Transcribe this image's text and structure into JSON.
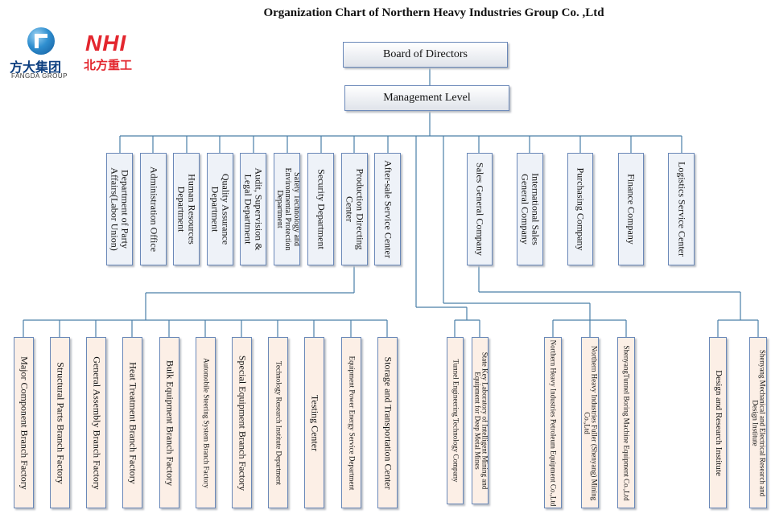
{
  "title": "Organization Chart of Northern Heavy Industries  Group Co. ,Ltd",
  "logos": {
    "fangda": {
      "cn": "方大集团",
      "en": "FANGDA GROUP",
      "color": "#0d3f80"
    },
    "nhi": {
      "en": "NHI",
      "cn": "北方重工",
      "color": "#e3262e"
    }
  },
  "colors": {
    "line": "#4a7fa8",
    "box_border": "#6a88b8",
    "peach": "#fcefe6",
    "blue": "#eef2f8"
  },
  "board": "Board of Directors",
  "management": "Management Level",
  "departments": [
    "Department of Party Affairs(Labor Union)",
    "Administration Office",
    "Human Resources Department",
    "Quality Assurance Department",
    "Audit, Supervision & Legal Department",
    "Safety Technology and Environmental Protection Department",
    "Security Department",
    "Production Directing Center",
    "After-sale Service Center"
  ],
  "companies": [
    "Sales General Company",
    "International Sales General Company",
    "Purchasing Company",
    "Finance Company",
    "Logistics Service Center"
  ],
  "factories": [
    "Major Component Branch Factory",
    "Structural Parts Branch Factory",
    "General Assembly Branch Factory",
    "Heat Treatment Branch Factory",
    "Bulk Equipment Branch Factory",
    "Automobile Steering System Branch Factory",
    "Special Equipment Branch Factory",
    "Technology Research Institute Department",
    "Testing Center",
    "Equipment Power Energy Service Department",
    "Storage and Transportation Center"
  ],
  "tunnel_units": [
    "Tunnel Engineering Technology Company",
    "State Key Laboratory of Intelligent Mining and Equipment for Deep Metal Mines"
  ],
  "subsidiaries": [
    "Northern Heavy Industries Petroleum Equipment Co.,Ltd",
    "Northern Heavy Industries Fuller (Shenyang) Mining Co.,Ltd",
    "ShenyangTunnel Boring Machine Equipment Co.,Ltd"
  ],
  "institutes": [
    "Design and Research Institute",
    "Shenyang Mechanical and Electrical Research and Design Institute"
  ]
}
